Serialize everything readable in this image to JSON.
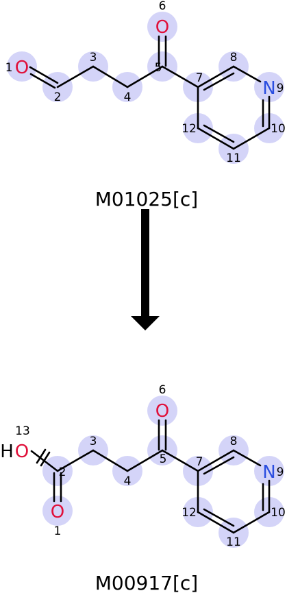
{
  "reactant": {
    "name": "M01025[c]",
    "atoms": [
      {
        "index": "1",
        "element": "O",
        "color": "#e0103a"
      },
      {
        "index": "2"
      },
      {
        "index": "3"
      },
      {
        "index": "4"
      },
      {
        "index": "5"
      },
      {
        "index": "6",
        "element": "O",
        "color": "#e0103a"
      },
      {
        "index": "7"
      },
      {
        "index": "8"
      },
      {
        "index": "9",
        "element": "N",
        "color": "#2b4ee0"
      },
      {
        "index": "10"
      },
      {
        "index": "11"
      },
      {
        "index": "12"
      }
    ]
  },
  "product": {
    "name": "M00917[c]",
    "atoms": [
      {
        "index": "1",
        "element": "O",
        "color": "#e0103a"
      },
      {
        "index": "2"
      },
      {
        "index": "3"
      },
      {
        "index": "4"
      },
      {
        "index": "5"
      },
      {
        "index": "6",
        "element": "O",
        "color": "#e0103a"
      },
      {
        "index": "7"
      },
      {
        "index": "8"
      },
      {
        "index": "9",
        "element": "N",
        "color": "#2b4ee0"
      },
      {
        "index": "10"
      },
      {
        "index": "11"
      },
      {
        "index": "12"
      },
      {
        "index": "13",
        "element": "O",
        "color": "#e0103a"
      }
    ],
    "hydrogen": "H"
  },
  "arrow": {
    "color": "#000000"
  },
  "highlight_color": "#d4d4f8"
}
